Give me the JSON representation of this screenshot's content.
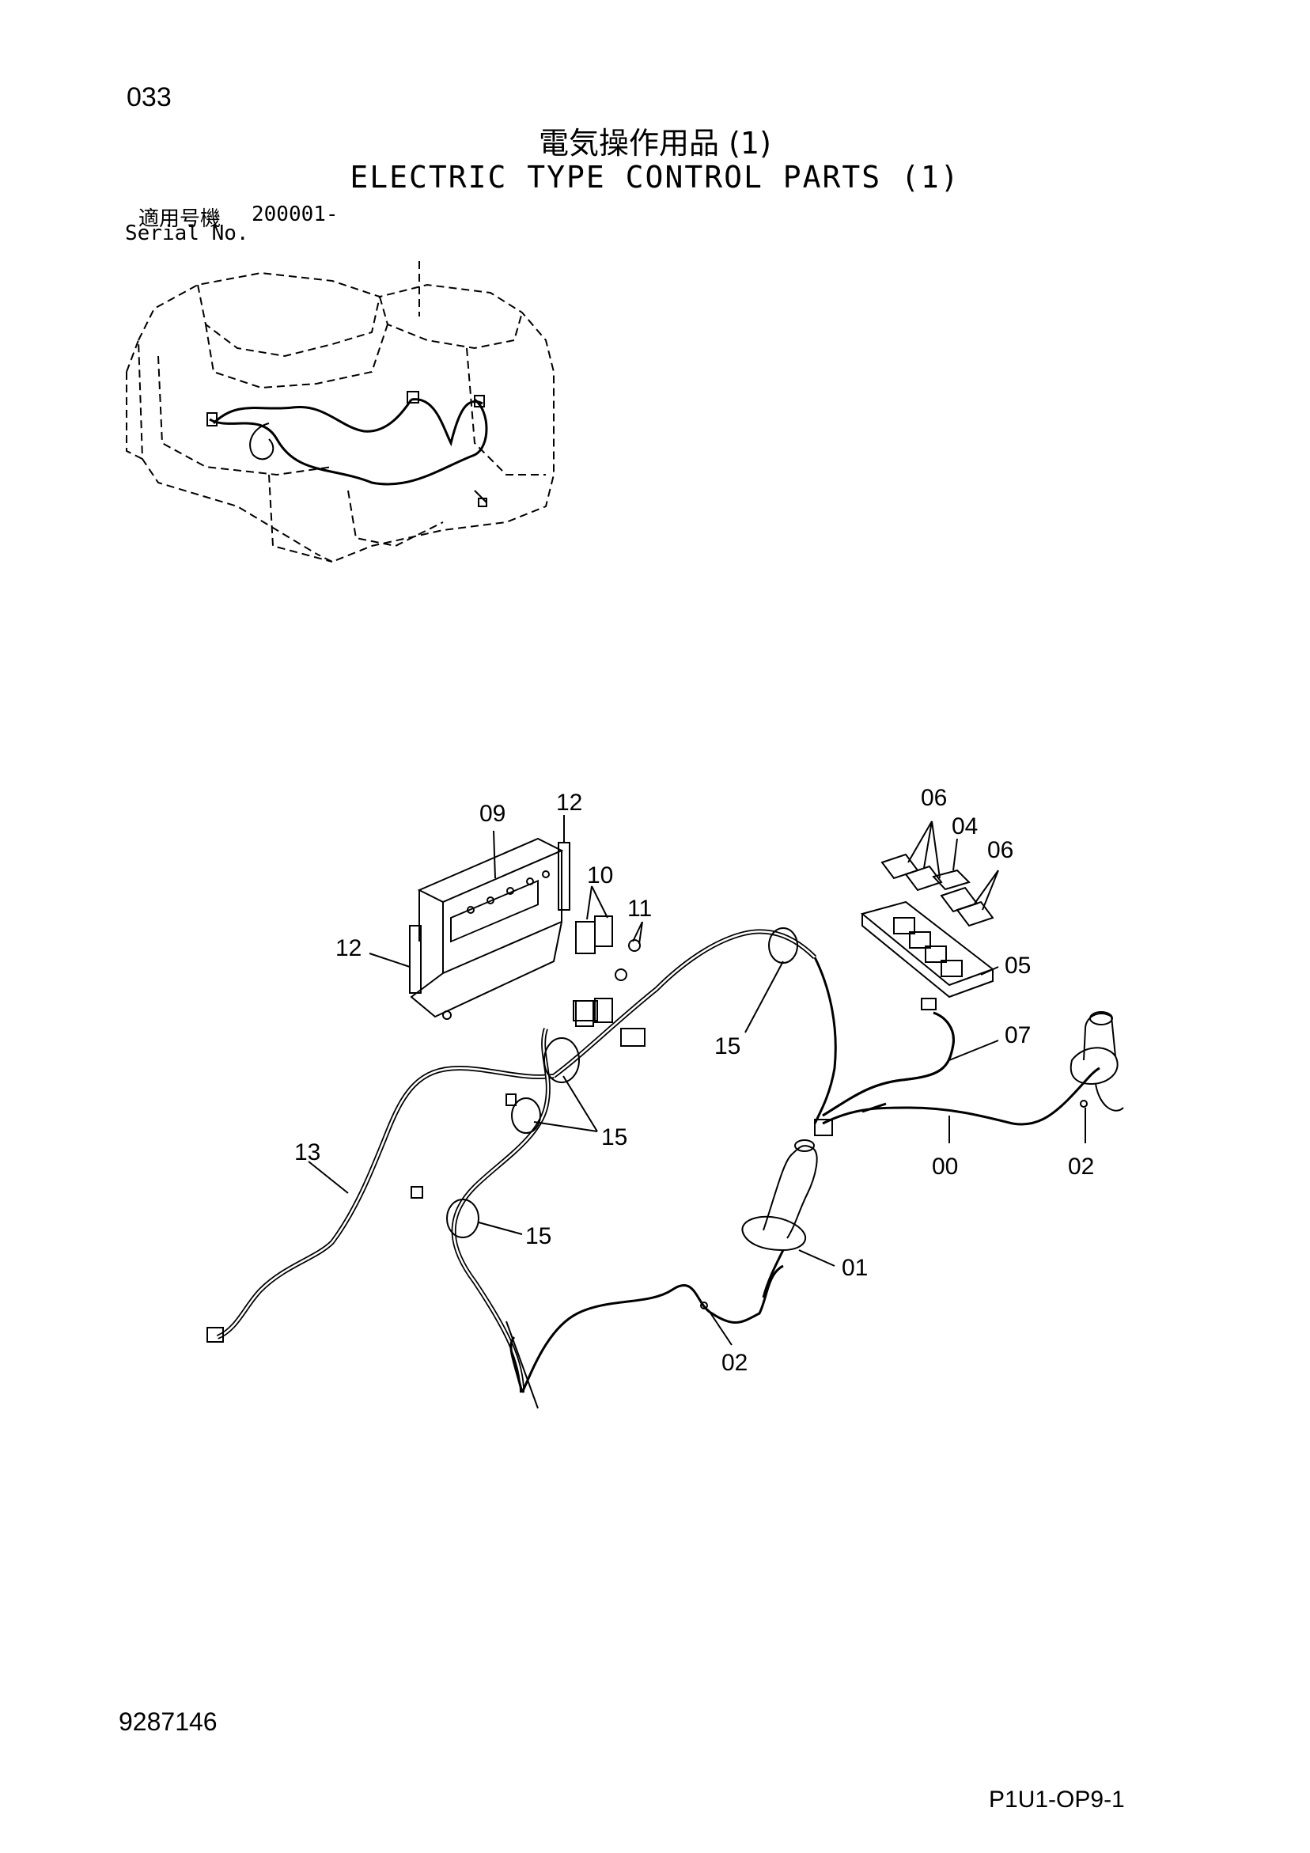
{
  "header": {
    "page_number": "033",
    "title_jp": "電気操作用品 (1)",
    "title_en": "ELECTRIC TYPE CONTROL PARTS (1)",
    "serial_label_jp": "適用号機",
    "serial_value": "200001-",
    "serial_label_en": "Serial No."
  },
  "footer": {
    "doc_number": "9287146",
    "page_code": "P1U1-OP9-1"
  },
  "callouts": {
    "c09": "09",
    "c12a": "12",
    "c12b": "12",
    "c10": "10",
    "c11": "11",
    "c06a": "06",
    "c04": "04",
    "c06b": "06",
    "c05": "05",
    "c07": "07",
    "c15a": "15",
    "c15b": "15",
    "c15c": "15",
    "c13": "13",
    "c00": "00",
    "c02a": "02",
    "c01": "01",
    "c02b": "02"
  }
}
